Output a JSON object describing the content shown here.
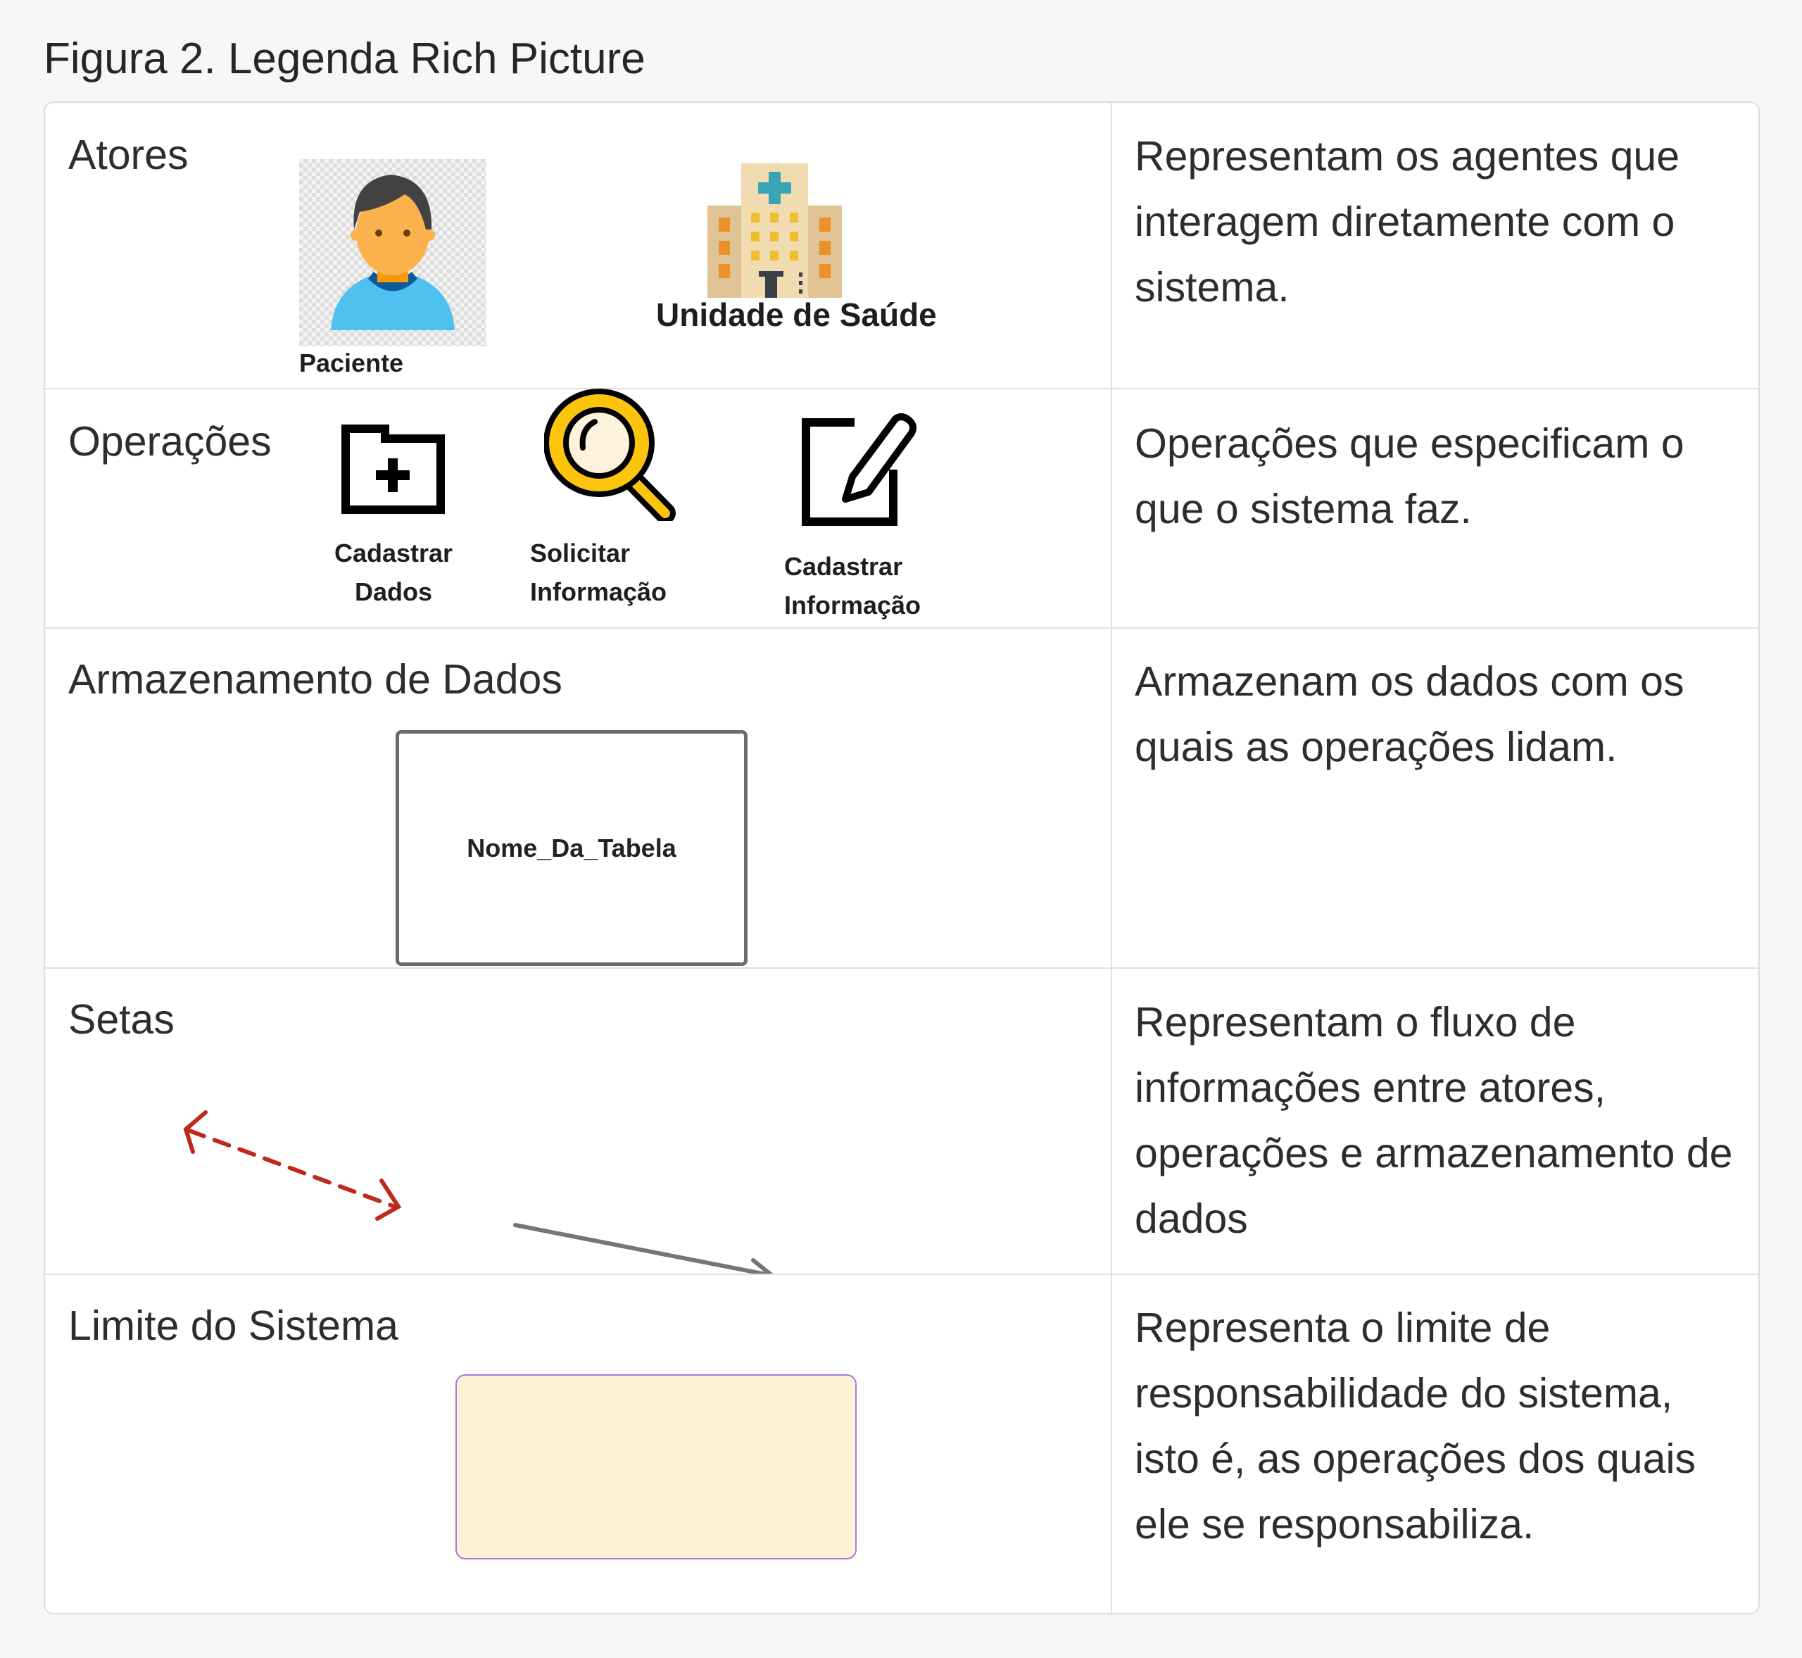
{
  "title": "Figura 2. Legenda Rich Picture",
  "rows": [
    {
      "label": "Atores",
      "description": "Representam os agentes que interagem diretamente com o sistema.",
      "items": [
        {
          "caption": "Paciente",
          "icon": "patient-avatar-icon"
        },
        {
          "caption": "Unidade de Saúde",
          "icon": "hospital-icon"
        }
      ]
    },
    {
      "label": "Operações",
      "description": "Operações que especificam o que o sistema faz.",
      "items": [
        {
          "caption_line1": "Cadastrar",
          "caption_line2": "Dados",
          "icon": "folder-add-icon"
        },
        {
          "caption_line1": "Solicitar",
          "caption_line2": "Informação",
          "icon": "magnifier-icon"
        },
        {
          "caption_line1": "Cadastrar",
          "caption_line2": "Informação",
          "icon": "edit-icon"
        }
      ]
    },
    {
      "label": "Armazenamento de Dados",
      "description": "Armazenam os dados com os quais as operações lidam.",
      "table_name": "Nome_Da_Tabela"
    },
    {
      "label": "Setas",
      "description": "Representam o fluxo de informações entre atores, operações e armazenamento de dados",
      "colors": {
        "bidirectional": "#c0281a",
        "directional": "#757575"
      }
    },
    {
      "label": "Limite do Sistema",
      "description": "Representa o limite de responsabilidade do sistema, isto é, as operações dos quais ele se responsabiliza.",
      "colors": {
        "fill": "#fdf1d6",
        "border": "#a47ae0"
      }
    }
  ]
}
